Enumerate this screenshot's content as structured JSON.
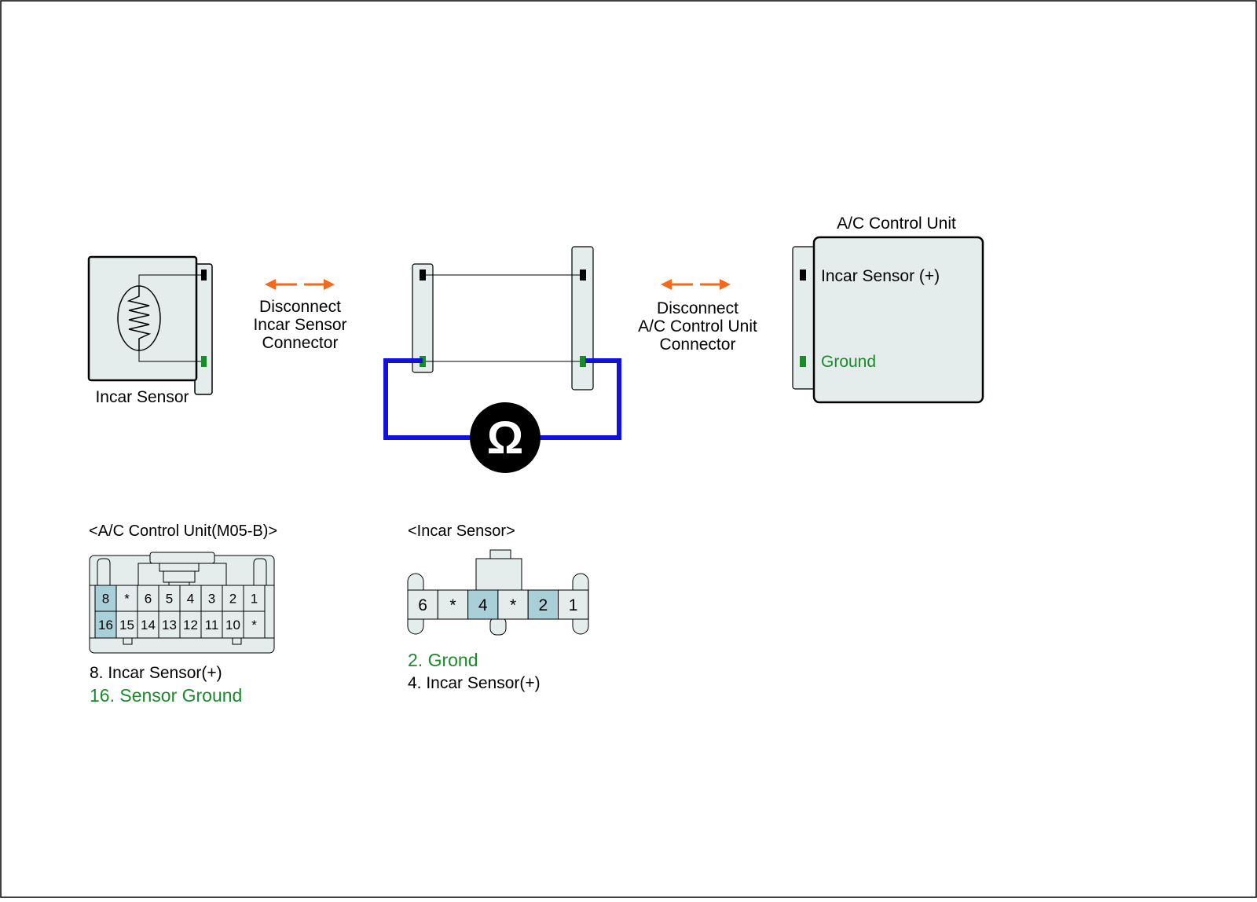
{
  "colors": {
    "outline": "#000000",
    "fill": "#e4ecec",
    "highlight": "#a9cfd8",
    "green": "#1a8a2a",
    "orange": "#f26a1b",
    "probe": "#1010e0"
  },
  "sensor": {
    "label": "Incar Sensor"
  },
  "disconnect_left": {
    "line1": "Disconnect",
    "line2": "Incar Sensor",
    "line3": "Connector"
  },
  "disconnect_right": {
    "line1": "Disconnect",
    "line2": "A/C Control Unit",
    "line3": "Connector"
  },
  "control_unit": {
    "title": "A/C Control Unit",
    "pin_plus": "Incar Sensor (+)",
    "pin_ground": "Ground"
  },
  "meter": {
    "symbol": "Ω"
  },
  "connector_acu": {
    "title": "<A/C Control Unit(M05-B)>",
    "row1": [
      "8",
      "*",
      "6",
      "5",
      "4",
      "3",
      "2",
      "1"
    ],
    "row2": [
      "16",
      "15",
      "14",
      "13",
      "12",
      "11",
      "10",
      "*"
    ],
    "note1": "8. Incar Sensor(+)",
    "note2": "16. Sensor Ground"
  },
  "connector_sensor": {
    "title": "<Incar Sensor>",
    "pins": [
      "6",
      "*",
      "4",
      "*",
      "2",
      "1"
    ],
    "note1": "2. Grond",
    "note2": "4. Incar Sensor(+)"
  }
}
